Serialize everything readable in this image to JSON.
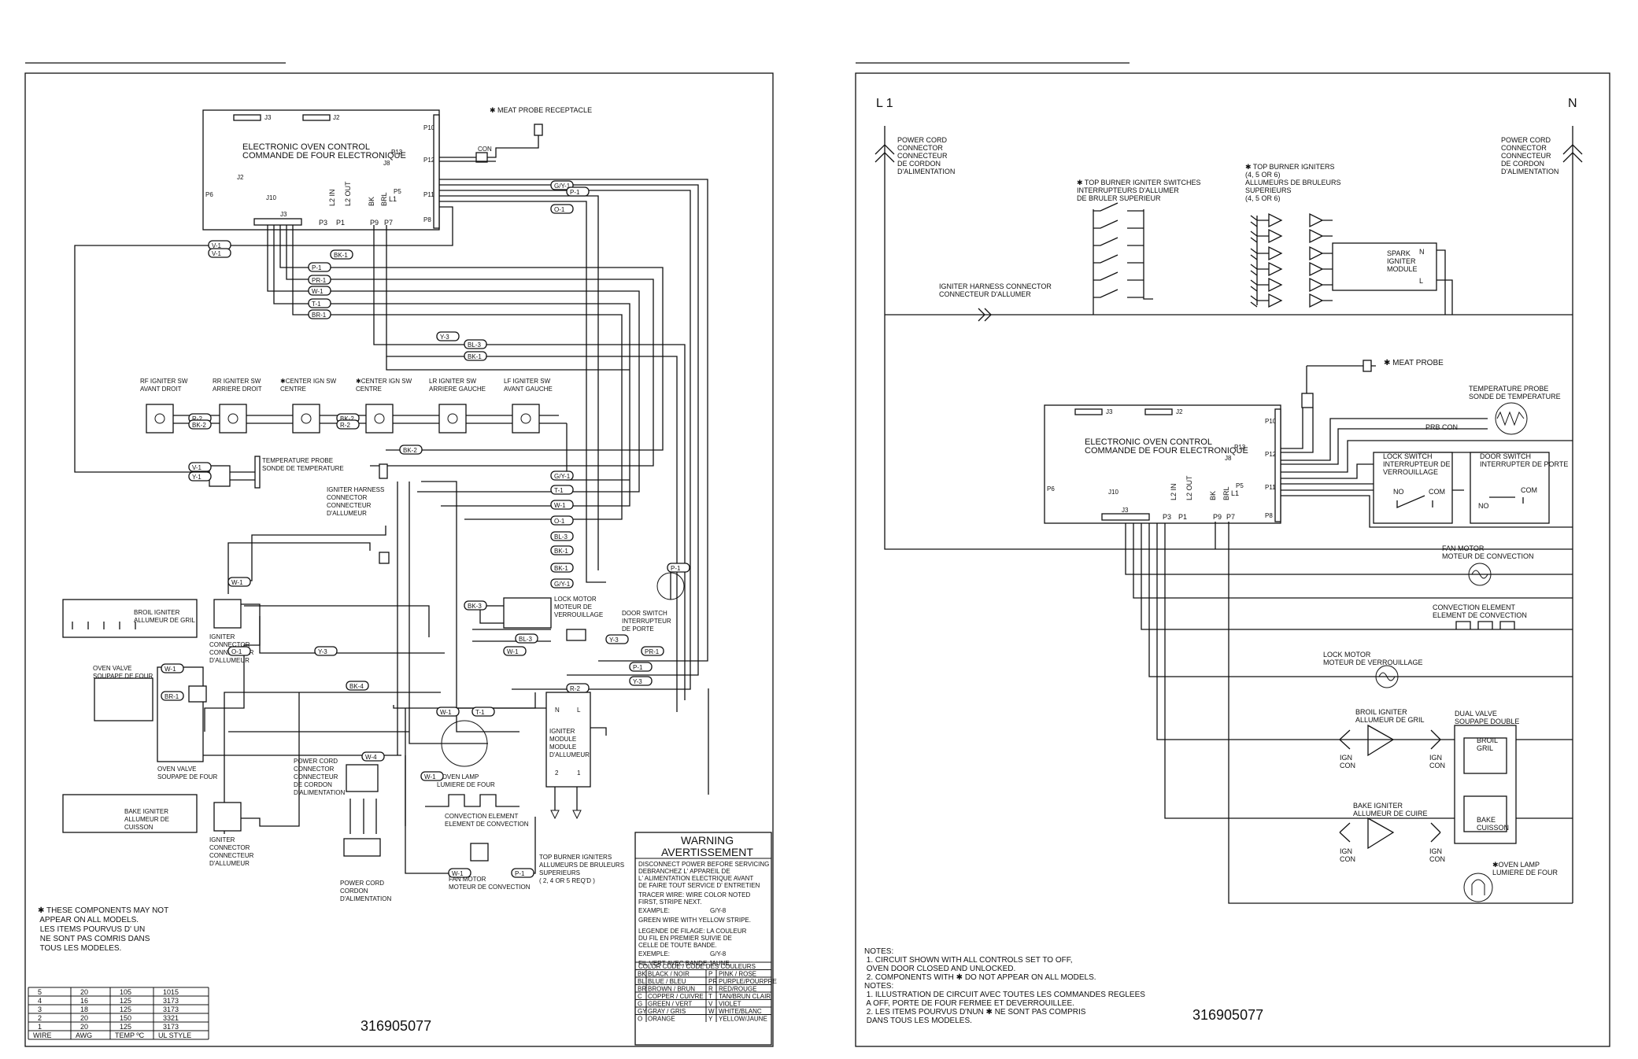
{
  "left": {
    "oven_control": "ELECTRONIC OVEN CONTROL\nCOMMANDE DE FOUR ELECTRONIQUE",
    "meat_probe_receptacle": "✱ MEAT PROBE RECEPTACLE",
    "con": "CON",
    "connectors": [
      "J3",
      "J2",
      "P13",
      "J8",
      "P10",
      "P12",
      "P11",
      "P5",
      "L1",
      "P8",
      "P6",
      "J2",
      "J10",
      "J3",
      "P3",
      "P1",
      "P9",
      "P7"
    ],
    "terminal_labels": [
      "L2 IN",
      "L2 OUT",
      "BK",
      "BRL"
    ],
    "switches": [
      {
        "label": "RF IGNITER SW\nAVANT DROIT"
      },
      {
        "label": "RR IGNITER SW\nARRIERE DROIT"
      },
      {
        "label": "✱CENTER IGN SW\nCENTRE"
      },
      {
        "label": "✱CENTER IGN SW\nCENTRE"
      },
      {
        "label": "LR IGNITER SW\nARRIERE GAUCHE"
      },
      {
        "label": "LF IGNITER SW\nAVANT GAUCHE"
      }
    ],
    "wire_tags": [
      "V-1",
      "V-1",
      "P-1",
      "PR-1",
      "W-1",
      "T-1",
      "BR-1",
      "BK-1",
      "G/Y-1",
      "P-1",
      "O-1",
      "Y-3",
      "BL-3",
      "BK-1",
      "BK-2",
      "R-2",
      "BK-2",
      "BK-2",
      "R-2",
      "V-1",
      "Y-1",
      "G/Y-1",
      "T-1",
      "W-1",
      "O-1",
      "BL-3",
      "BK-1",
      "BK-1",
      "G/Y-1",
      "P-1",
      "BK-3",
      "BL-3",
      "W-1",
      "Y-3",
      "W-1",
      "O-1",
      "W-1",
      "BR-1",
      "Y-3",
      "PR-1",
      "P-1",
      "Y-3",
      "BK-4",
      "W-4",
      "W-1",
      "T-1",
      "W-1",
      "W-1",
      "P-1",
      "R-2"
    ],
    "temp_probe": "TEMPERATURE PROBE\nSONDE DE TEMPERATURE",
    "igniter_harness": "IGNITER HARNESS\nCONNECTOR\nCONNECTEUR\nD'ALLUMEUR",
    "lock_motor": "LOCK MOTOR\nMOTEUR DE\nVERROUILLAGE",
    "door_switch": "DOOR SWITCH\nINTERRUPTEUR\nDE PORTE",
    "broil_igniter": "BROIL IGNITER\nALLUMEUR DE GRIL",
    "igniter_connector_1": "IGNITER\nCONNECTOR\nCONNECTEUR\nD'ALLUMEUR",
    "oven_valve_top": "OVEN VALVE\nSOUPAPE DE FOUR",
    "oven_valve_bottom": "OVEN VALVE\nSOUPAPE DE FOUR",
    "bake_igniter": "BAKE IGNITER\nALLUMEUR DE\nCUISSON",
    "igniter_connector_2": "IGNITER\nCONNECTOR\nCONNECTEUR\nD'ALLUMEUR",
    "power_cord_connector": "POWER CORD\nCONNECTOR\nCONNECTEUR\nDE CORDON\nD'ALIMENTATION",
    "power_cord": "POWER CORD\nCORDON\nD'ALIMENTATION",
    "oven_lamp": "✱OVEN LAMP\nLUMIERE DE FOUR",
    "convection_element": "CONVECTION ELEMENT\nELEMENT DE CONVECTION",
    "fan_motor": "FAN MOTOR\nMOTEUR DE CONVECTION",
    "igniter_module": "IGNITER\nMODULE\nMODULE\nD'ALLUMEUR",
    "module_terminals": [
      "N",
      "L",
      "2",
      "1"
    ],
    "top_burner_igniters": "TOP BURNER IGNITERS\nALLUMEURS DE BRULEURS\nSUPERIEURS\n( 2, 4 OR 5 REQ'D )",
    "footnote": "✱ THESE COMPONENTS MAY NOT\n   APPEAR ON ALL MODELS.\n   LES ITEMS POURVUS D' UN\n   NE SONT PAS COMRIS DANS\n   TOUS LES MODELES.",
    "wire_table": {
      "headers": [
        "WIRE",
        "AWG",
        "TEMP ºC",
        "UL STYLE"
      ],
      "rows": [
        [
          "5",
          "20",
          "105",
          "1015"
        ],
        [
          "4",
          "16",
          "125",
          "3173"
        ],
        [
          "3",
          "18",
          "125",
          "3173"
        ],
        [
          "2",
          "20",
          "150",
          "3321"
        ],
        [
          "1",
          "20",
          "125",
          "3173"
        ]
      ]
    },
    "warning": {
      "title": "WARNING",
      "title_fr": "AVERTISSEMENT",
      "lines": [
        "DISCONNECT POWER BEFORE SERVICING",
        "DEBRANCHEZ  L' APPAREIL DE",
        "L' ALIMENTATION  ELECTRIQUE  AVANT",
        "DE  FAIRE  TOUT  SERVICE  D' ENTRETIEN"
      ],
      "tracer": [
        "TRACER WIRE:  WIRE COLOR NOTED",
        "FIRST, STRIPE NEXT."
      ],
      "example_label": "EXAMPLE:",
      "example_code": "G/Y-8",
      "example_text": "GREEN WIRE WITH YELLOW STRIPE.",
      "legend": [
        "LEGENDE DE FILAGE:  LA COULEUR",
        "DU FIL  EN  PREMIER  SUIVIE  DE",
        "CELLE  DE  TOUTE  BANDE."
      ],
      "example_label_fr": "EXEMPLE:",
      "example_code_fr": "G/Y-8",
      "example_text_fr": "FIL  VERT  AVEC  BANDE  JAUNE.",
      "color_code_title": "COLOR CODE  /  CODE  DES  COULEURS",
      "color_codes": [
        [
          "BK",
          "BLACK / NOIR",
          "P",
          "PINK / ROSE"
        ],
        [
          "BL",
          "BLUE / BLEU",
          "PR",
          "PURPLE/POURPRE"
        ],
        [
          "BR",
          "BROWN / BRUN",
          "R",
          "RED/ROUGE"
        ],
        [
          "C",
          "COPPER / CUIVRE",
          "T",
          "TAN/BRUN CLAIR"
        ],
        [
          "G",
          "GREEN / VERT",
          "V",
          "VIOLET"
        ],
        [
          "GY",
          "GRAY / GRIS",
          "W",
          "WHITE/BLANC"
        ],
        [
          "O",
          "ORANGE",
          "Y",
          "YELLOW/JAUNE"
        ]
      ]
    },
    "doc_number": "316905077"
  },
  "right": {
    "l1": "L 1",
    "n": "N",
    "power_cord_l": "POWER CORD\nCONNECTOR\nCONNECTEUR\nDE CORDON\nD'ALIMENTATION",
    "power_cord_r": "POWER CORD\nCONNECTOR\nCONNECTEUR\nDE CORDON\nD'ALIMENTATION",
    "top_burner_switches": "✱ TOP BURNER IGNITER SWITCHES\nINTERRUPTEURS D'ALLUMER\nDE BRULER SUPERIEUR",
    "top_burner_igniters": "✱ TOP BURNER IGNITERS\n(4, 5 OR 6)\nALLUMEURS DE BRULEURS\nSUPERIEURS\n(4, 5 OR 6)",
    "spark_module": "SPARK\nIGNITER\nMODULE",
    "spark_terminals": [
      "N",
      "L"
    ],
    "igniter_harness": "IGNITER HARNESS CONNECTOR\nCONNECTEUR D'ALLUMER",
    "meat_probe": "✱ MEAT PROBE",
    "oven_control": "ELECTRONIC OVEN CONTROL\nCOMMANDE DE FOUR ELECTRONIQUE",
    "connectors": [
      "J3",
      "J2",
      "P13",
      "J8",
      "P10",
      "P12",
      "P11",
      "P5",
      "L1",
      "P8",
      "P6",
      "J10",
      "J3",
      "P3",
      "P1",
      "P9",
      "P7"
    ],
    "terminal_labels": [
      "L2 IN",
      "L2 OUT",
      "BK",
      "BRL"
    ],
    "temp_probe": "TEMPERATURE PROBE\nSONDE DE TEMPERATURE",
    "prb_con": "PRB CON",
    "lock_switch": "LOCK SWITCH\nINTERRUPTEUR DE\nVERROUILLAGE",
    "door_switch": "DOOR SWITCH\nINTERRUPTER DE PORTE",
    "switch_terms": [
      "NO",
      "COM",
      "NO",
      "COM"
    ],
    "fan_motor": "FAN MOTOR\nMOTEUR DE CONVECTION",
    "convection_element": "CONVECTION ELEMENT\nELEMENT DE CONVECTION",
    "lock_motor": "LOCK MOTOR\nMOTEUR DE VERROUILLAGE",
    "broil_igniter": "BROIL IGNITER\nALLUMEUR DE GRIL",
    "dual_valve": "DUAL VALVE\nSOUPAPE DOUBLE",
    "broil_gril": "BROIL\nGRIL",
    "bake_igniter": "BAKE IGNITER\nALLUMEUR DE CUIRE",
    "bake_cuisson": "BAKE\nCUISSON",
    "ign_con": "IGN\nCON",
    "oven_lamp": "✱OVEN LAMP\nLUMIERE DE FOUR",
    "notes": "NOTES:\n  1. CIRCUIT SHOWN WITH ALL CONTROLS SET TO OFF,\n     OVEN DOOR CLOSED AND UNLOCKED.\n  2. COMPONENTS WITH ✱ DO NOT APPEAR ON ALL MODELS.\nNOTES:\n  1. ILLUSTRATION DE CIRCUIT AVEC TOUTES LES COMMANDES REGLEES\n     A OFF, PORTE DE FOUR FERMEE ET DEVERROUILLEE.\n  2. LES ITEMS POURVUS D'NUN ✱ NE SONT PAS COMPRIS\n     DANS TOUS LES MODELES.",
    "doc_number": "316905077"
  }
}
